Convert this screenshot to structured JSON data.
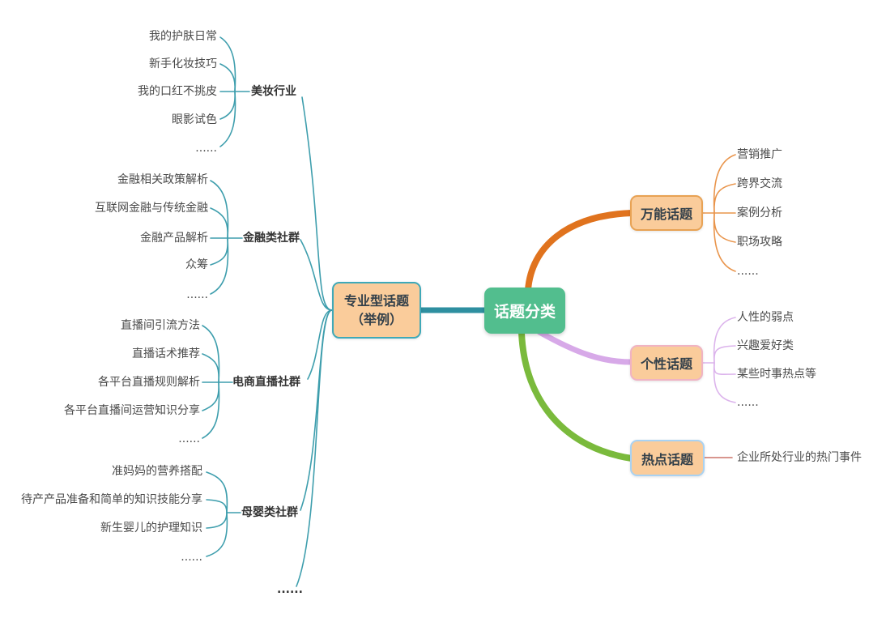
{
  "center": {
    "label": "话题分类"
  },
  "left_node": {
    "line1": "专业型话题",
    "line2": "（举例）"
  },
  "left_groups": [
    {
      "label": "美妆行业",
      "children": [
        "我的护肤日常",
        "新手化妆技巧",
        "我的口红不挑皮",
        "眼影试色",
        "......"
      ]
    },
    {
      "label": "金融类社群",
      "children": [
        "金融相关政策解析",
        "互联网金融与传统金融",
        "金融产品解析",
        "众筹",
        "......"
      ]
    },
    {
      "label": "电商直播社群",
      "children": [
        "直播间引流方法",
        "直播话术推荐",
        "各平台直播规则解析",
        "各平台直播间运营知识分享",
        "......"
      ]
    },
    {
      "label": "母婴类社群",
      "children": [
        "准妈妈的营养搭配",
        "待产产品准备和简单的知识技能分享",
        "新生婴儿的护理知识",
        "......"
      ]
    },
    {
      "label": "......",
      "children": []
    }
  ],
  "right_groups": [
    {
      "label": "万能话题",
      "children": [
        "营销推广",
        "跨界交流",
        "案例分析",
        "职场攻略",
        "......"
      ]
    },
    {
      "label": "个性话题",
      "children": [
        "人性的弱点",
        "兴趣爱好类",
        "某些时事热点等",
        "......"
      ]
    },
    {
      "label": "热点话题",
      "children": [
        "企业所处行业的热门事件"
      ]
    }
  ],
  "colors": {
    "center_fill": "#52BE8E",
    "node_fill": "#FACC9B",
    "branch_teal_thick": "#2E8FA0",
    "branch_orange_thick": "#E0731E",
    "branch_purple_thick": "#D7A9E8",
    "branch_green_thick": "#7ABA3C",
    "line_teal": "#3E9EAD",
    "line_orange": "#E9954C",
    "line_purple": "#DCB4EC",
    "line_salmon": "#CC7468"
  }
}
